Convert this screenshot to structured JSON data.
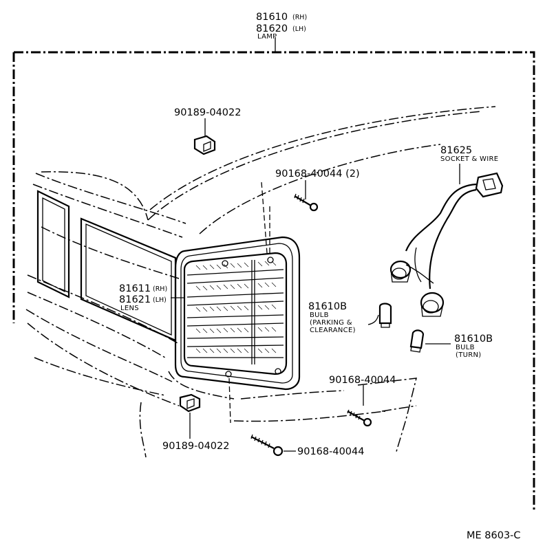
{
  "lamp": {
    "part_rh": "81610",
    "tag_rh": "(RH)",
    "part_lh": "81620",
    "tag_lh": "(LH)",
    "name": "LAMP"
  },
  "clip_top": {
    "part": "90189-04022"
  },
  "screw_top": {
    "part": "90168-40044 (2)"
  },
  "socket": {
    "part": "81625",
    "name": "SOCKET & WIRE"
  },
  "lens": {
    "part_rh": "81611",
    "tag_rh": "(RH)",
    "part_lh": "81621",
    "tag_lh": "(LH)",
    "name": "LENS"
  },
  "bulb_parking": {
    "part": "81610B",
    "line1": "BULB",
    "line2": "(PARKING &",
    "line3": "CLEARANCE)"
  },
  "bulb_turn": {
    "part": "81610B",
    "line1": "BULB",
    "line2": "(TURN)"
  },
  "screw_mid": {
    "part": "90168-40044"
  },
  "clip_bottom": {
    "part": "90189-04022"
  },
  "screw_bottom": {
    "part": "90168-40044"
  },
  "footer": {
    "code": "ME  8603-C"
  }
}
